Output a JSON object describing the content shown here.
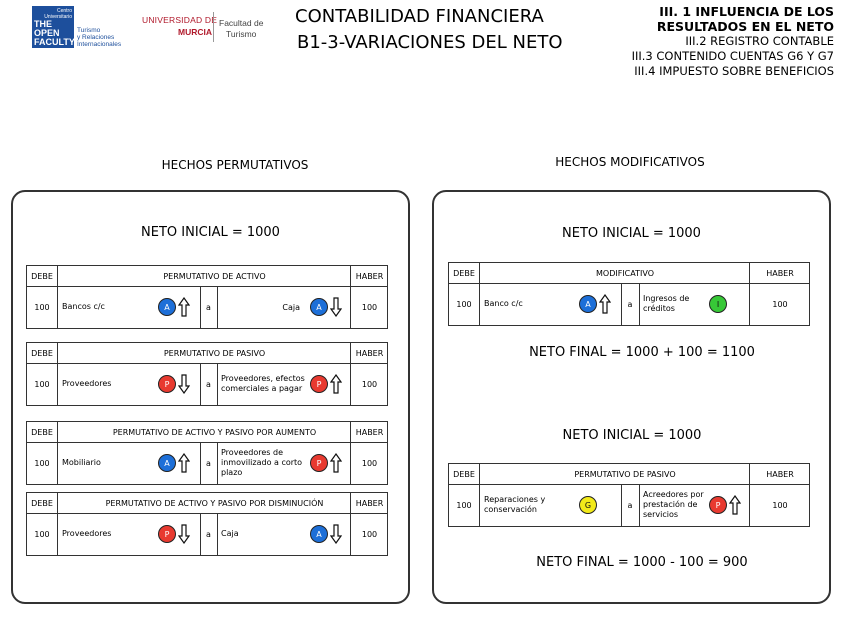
{
  "header": {
    "logo_open_small": "Centro Universitario",
    "logo_open_lines": [
      "THE",
      "OPEN",
      "FACULTY"
    ],
    "logo_open_sub": [
      "Turismo",
      "y Relaciones",
      "Internacionales"
    ],
    "logo_um_1": "UNIVERSIDAD DE",
    "logo_um_2": "MURCIA",
    "logo_fac_1": "Facultad de",
    "logo_fac_2": "Turismo",
    "title_1": "CONTABILIDAD FINANCIERA",
    "title_2": "B1-3-VARIACIONES DEL NETO",
    "right_1": "III. 1 INFLUENCIA DE LOS",
    "right_2": "RESULTADOS EN EL NETO",
    "right_3": "III.2 REGISTRO CONTABLE",
    "right_4": "III.3 CONTENIDO CUENTAS G6 Y G7",
    "right_5": "III.4 IMPUESTO SOBRE BENEFICIOS"
  },
  "left": {
    "section_title": "HECHOS PERMUTATIVOS",
    "neto_inicial": "NETO INICIAL = 1000",
    "tables": [
      {
        "debe": "DEBE",
        "title": "PERMUTATIVO DE ACTIVO",
        "haber": "HABER",
        "amount_debe": "100",
        "account_debe": "Bancos c/c",
        "circle_debe": "A",
        "a": "a",
        "account_haber": "Caja",
        "circle_haber": "A",
        "amount_haber": "100"
      },
      {
        "debe": "DEBE",
        "title": "PERMUTATIVO DE PASIVO",
        "haber": "HABER",
        "amount_debe": "100",
        "account_debe": "Proveedores",
        "circle_debe": "P",
        "a": "a",
        "account_haber": "Proveedores, efectos comerciales a pagar",
        "circle_haber": "P",
        "amount_haber": "100"
      },
      {
        "debe": "DEBE",
        "title": "PERMUTATIVO DE ACTIVO Y PASIVO POR AUMENTO",
        "haber": "HABER",
        "amount_debe": "100",
        "account_debe": "Mobiliario",
        "circle_debe": "A",
        "a": "a",
        "account_haber": "Proveedores de inmovilizado a corto plazo",
        "circle_haber": "P",
        "amount_haber": "100"
      },
      {
        "debe": "DEBE",
        "title": "PERMUTATIVO DE ACTIVO Y PASIVO POR DISMINUCIÓN",
        "haber": "HABER",
        "amount_debe": "100",
        "account_debe": "Proveedores",
        "circle_debe": "P",
        "a": "a",
        "account_haber": "Caja",
        "circle_haber": "A",
        "amount_haber": "100"
      }
    ]
  },
  "right": {
    "section_title": "HECHOS MODIFICATIVOS",
    "neto_inicial_1": "NETO INICIAL = 1000",
    "neto_final_1": "NETO FINAL = 1000 + 100 = 1100",
    "neto_inicial_2": "NETO INICIAL = 1000",
    "neto_final_2": "NETO FINAL = 1000 - 100 = 900",
    "tables": [
      {
        "debe": "DEBE",
        "title": "MODIFICATIVO",
        "haber": "HABER",
        "amount_debe": "100",
        "account_debe": "Banco c/c",
        "circle_debe": "A",
        "a": "a",
        "account_haber": "Ingresos de créditos",
        "circle_haber": "I",
        "amount_haber": "100"
      },
      {
        "debe": "DEBE",
        "title": "PERMUTATIVO DE PASIVO",
        "haber": "HABER",
        "amount_debe": "100",
        "account_debe": "Reparaciones y conservación",
        "circle_debe": "G",
        "a": "a",
        "account_haber": "Acreedores por prestación de servicios",
        "circle_haber": "P",
        "amount_haber": "100"
      }
    ]
  }
}
